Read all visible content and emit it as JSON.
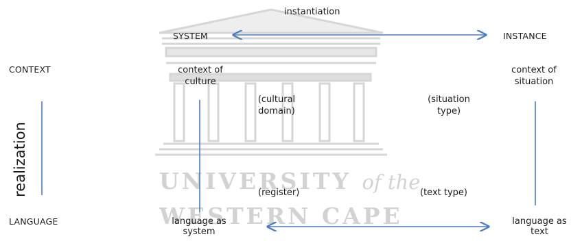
{
  "labels": {
    "instantiation": "instantiation",
    "system": "SYSTEM",
    "instance": "INSTANCE",
    "context": "CONTEXT",
    "language": "LANGUAGE",
    "realization": "realization",
    "context_of_culture": [
      "context of",
      "culture"
    ],
    "context_of_situation": [
      "context of",
      "situation"
    ],
    "cultural_domain": [
      "(cultural",
      "domain)"
    ],
    "situation_type": [
      "(situation",
      "type)"
    ],
    "register": "(register)",
    "text_type": "(text type)",
    "language_as_system": [
      "language as",
      "system"
    ],
    "language_as_text": [
      "language as",
      "text"
    ]
  },
  "watermark": {
    "line1": "UNIVERSITY",
    "line1_suffix": "of the",
    "line2": "WESTERN CAPE"
  },
  "colors": {
    "arrow": "#4a7cc0",
    "watermark": "#d2d2d2",
    "text": "#1a1a1a"
  }
}
